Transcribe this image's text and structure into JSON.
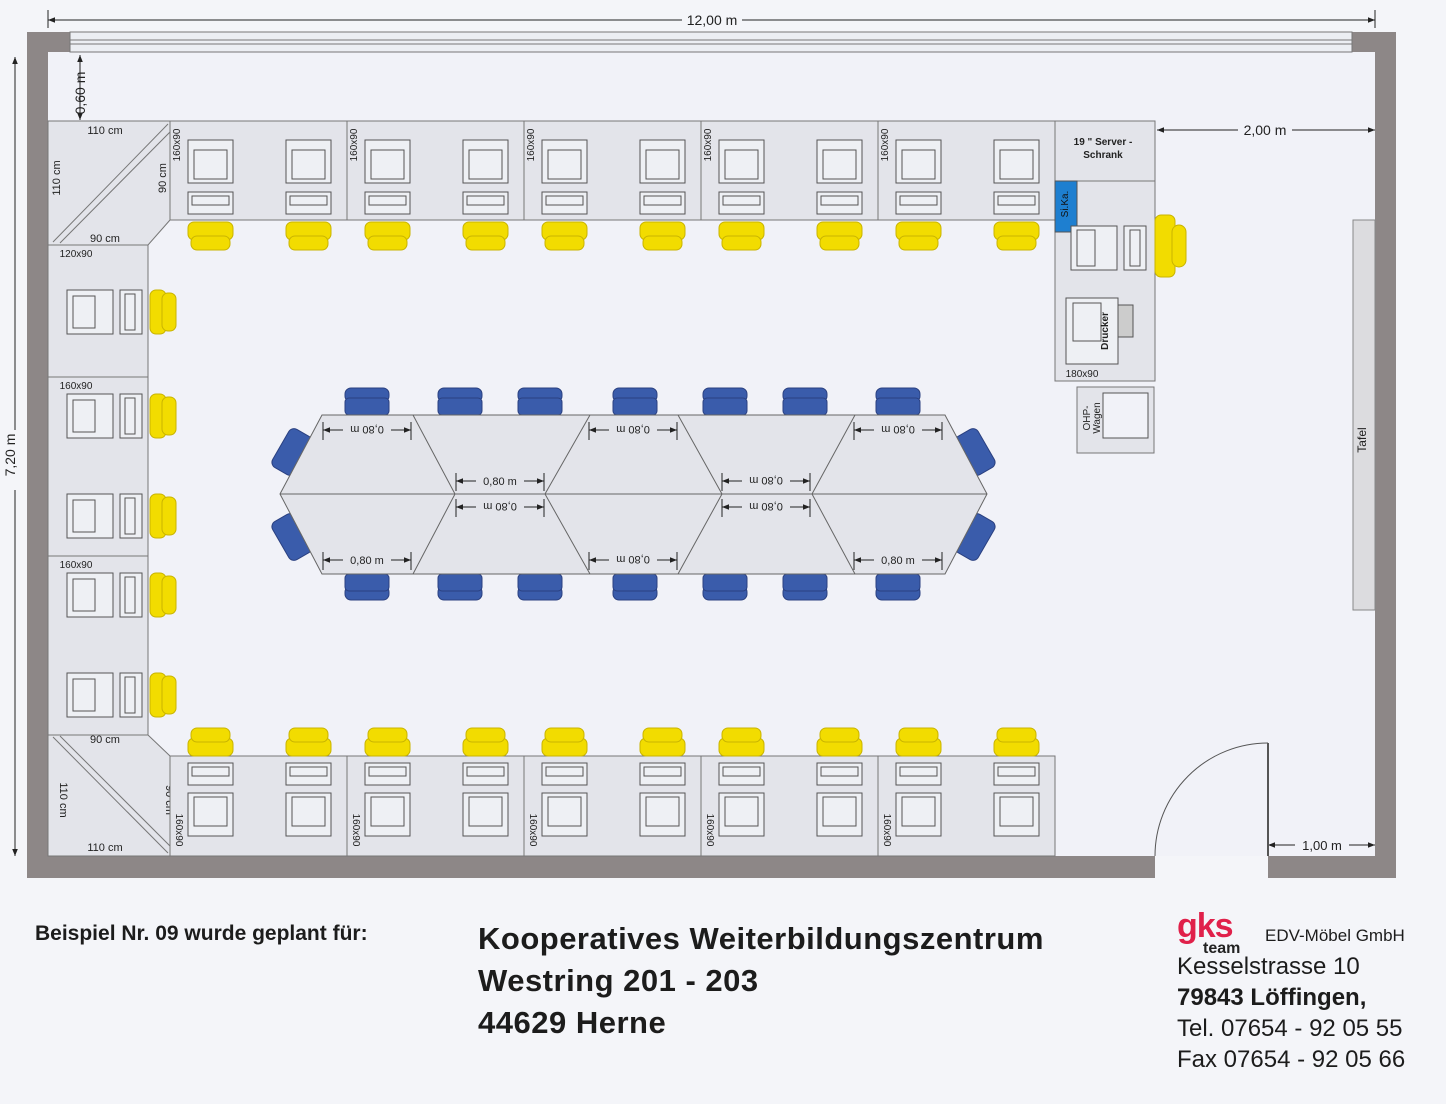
{
  "dimensions": {
    "room_width": "12,00 m",
    "room_depth": "7,20 m",
    "window_gap": "0,60 m",
    "board_gap": "2,00 m",
    "door_width": "1,00 m",
    "table_segment": "0,80 m"
  },
  "furniture_labels": {
    "corner_110": "110 cm",
    "corner_90": "90 cm",
    "desk_160": "160x90",
    "desk_120": "120x90",
    "desk_180": "180x90",
    "server_line1": "19 \" Server -",
    "server_line2": "Schrank",
    "sika": "Si.Ka.",
    "printer": "Drucker",
    "ohp_line1": "OHP-",
    "ohp_line2": "Wagen",
    "board": "Tafel"
  },
  "footer": {
    "planned_for": "Beispiel Nr. 09 wurde geplant für:",
    "client_name": "Kooperatives  Weiterbildungszentrum",
    "client_street": "Westring 201  -  203",
    "client_city": "44629 Herne",
    "logo_text": "gks",
    "logo_sub": "team",
    "company_name": "EDV-Möbel GmbH",
    "company_street": "Kesselstrasse 10",
    "company_city": "79843  Löffingen,",
    "company_tel": "Tel. 07654 - 92 05 55",
    "company_fax": "Fax 07654 - 92 05 66"
  },
  "colors": {
    "wall": "#8a8585",
    "desk": "#e3e4ea",
    "student_chair": "#f2dc00",
    "table_chair": "#3a5cab",
    "sika": "#1e7fd0"
  }
}
